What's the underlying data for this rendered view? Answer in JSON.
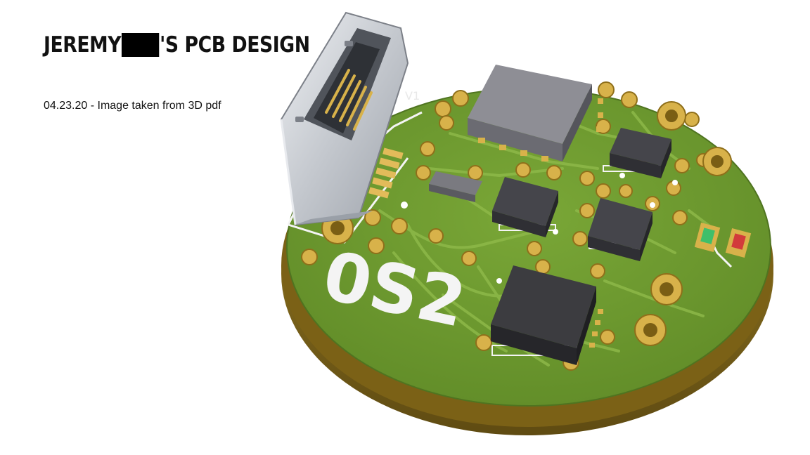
{
  "header": {
    "title_prefix": "JEREMY",
    "title_suffix": "'S PCB DESIGN",
    "subtitle": "04.23.20 - Image taken from 3D pdf"
  },
  "pcb": {
    "silkscreen_label": "0S2",
    "version_mark": "V1",
    "colors": {
      "board": "#6f9a2f",
      "board_edge": "#8a6d1d",
      "pad": "#d8b24a",
      "chip": "#3c3c40",
      "connector": "#c9ccd1",
      "silk": "#f4f4f4",
      "led_green": "#3fbf6a",
      "led_red": "#d23b3b"
    }
  }
}
